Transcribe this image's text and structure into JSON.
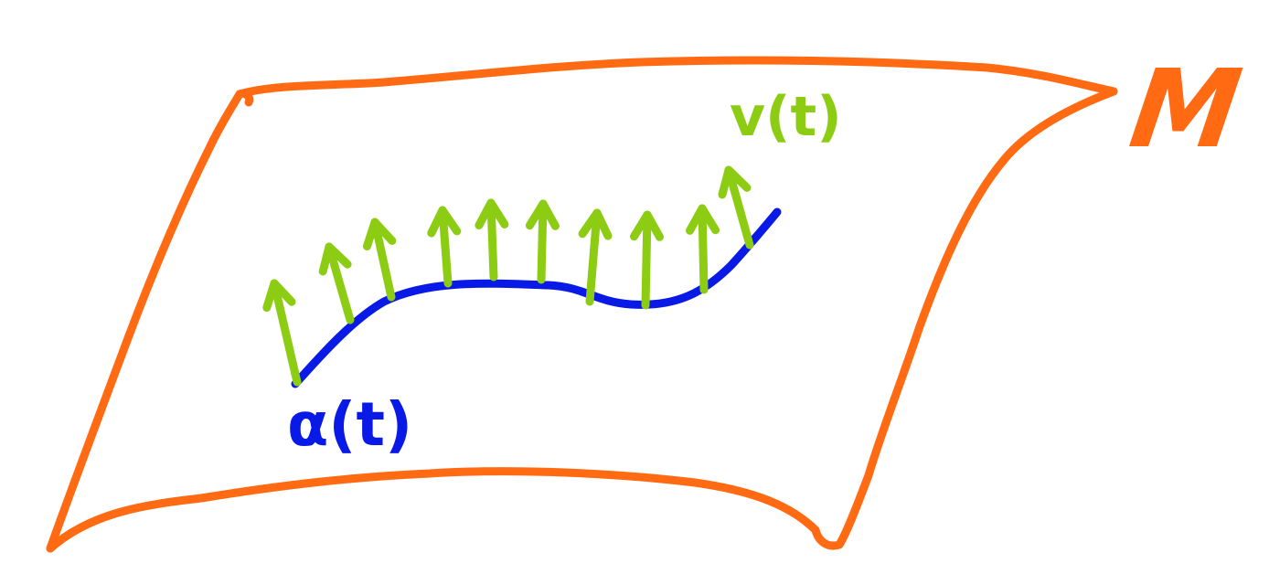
{
  "colors": {
    "surface": "#ff6a13",
    "curve": "#0a1ae6",
    "vector_field": "#8ccc12",
    "background": "#ffffff"
  },
  "labels": {
    "manifold": "M",
    "vector_field": "v(t)",
    "curve": "α(t)"
  },
  "vector_field": {
    "arrow_count": 10
  }
}
